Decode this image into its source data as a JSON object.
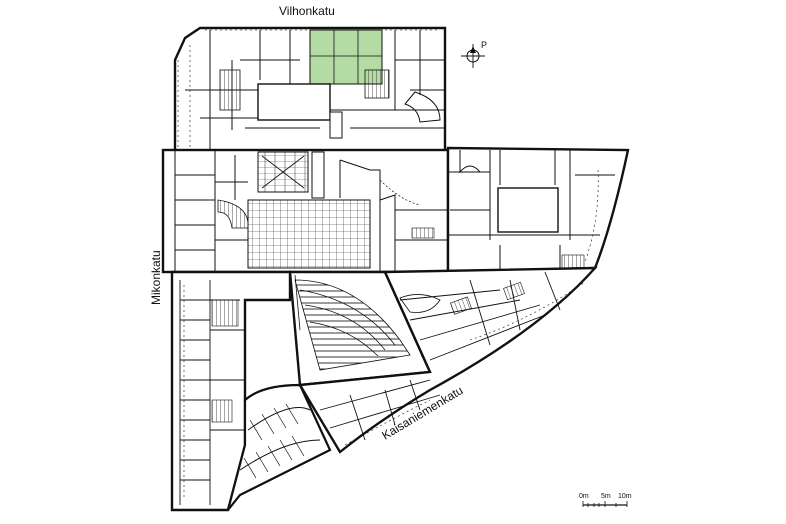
{
  "map": {
    "streets": {
      "north": "Vilhonkatu",
      "west": "Mikonkatu",
      "south": "Kaisaniemenkatu"
    },
    "north_arrow": {
      "label": "P"
    },
    "scale_bar": {
      "labels": [
        "0m",
        "5m",
        "10m"
      ]
    },
    "colors": {
      "line": "#111111",
      "highlight": "#b5dba5",
      "background": "#ffffff"
    }
  }
}
